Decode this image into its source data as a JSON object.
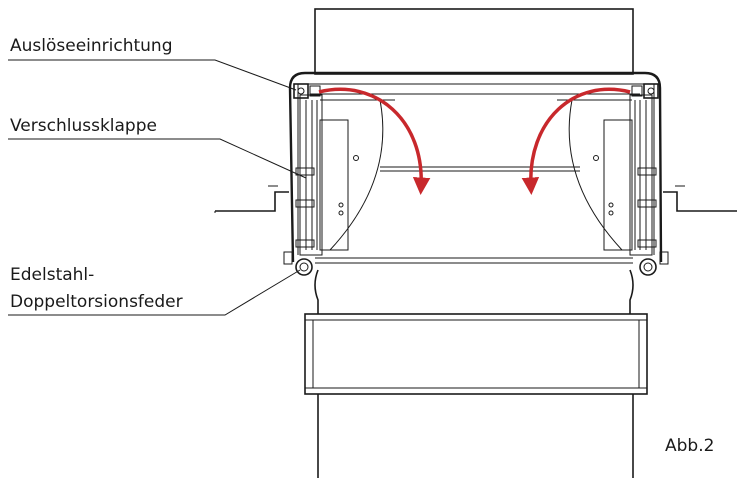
{
  "labels": {
    "trigger": "Auslöseeinrichtung",
    "flap": "Verschlussklappe",
    "spring_line1": "Edelstahl-",
    "spring_line2": "Doppeltorsionsfeder"
  },
  "figure_caption": "Abb.2",
  "colors": {
    "line": "#1a1a1a",
    "arrow": "#c8282c"
  }
}
